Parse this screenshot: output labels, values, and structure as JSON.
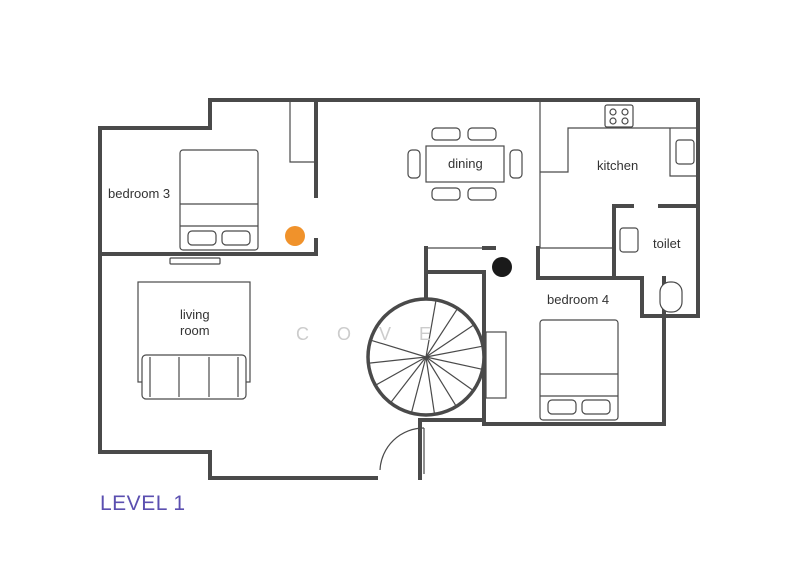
{
  "plan": {
    "title": "LEVEL 1",
    "watermark": "COVE",
    "rooms": {
      "bedroom3": "bedroom 3",
      "dining": "dining",
      "kitchen": "kitchen",
      "toilet": "toilet",
      "living_room_line1": "living",
      "living_room_line2": "room",
      "bedroom4": "bedroom 4"
    },
    "markers": {
      "orange": "#f0922b",
      "black": "#1a1a1a"
    },
    "colors": {
      "wall": "#4a4a4a",
      "title": "#5b4fb0",
      "watermark": "#cccccc"
    }
  }
}
